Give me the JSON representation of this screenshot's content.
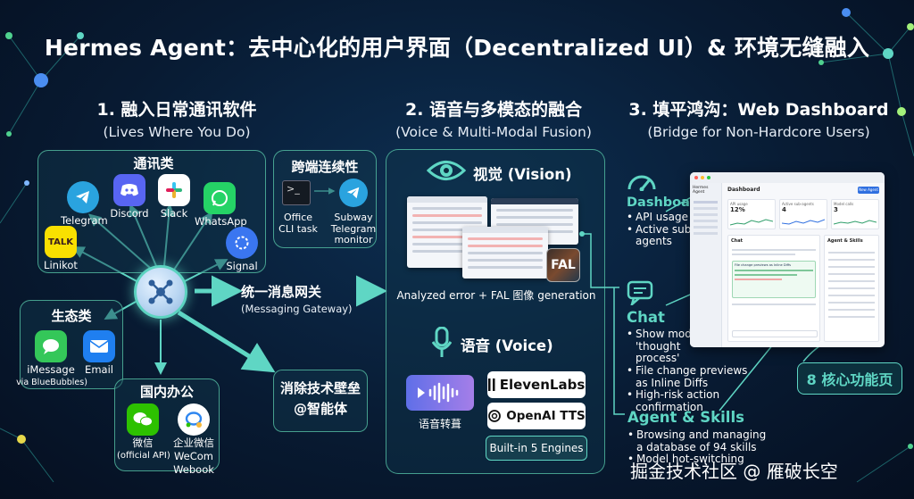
{
  "title": "Hermes Agent：去中心化的用户界面（Decentralized UI）& 环境无缝融入",
  "section1": {
    "title": "1. 融入日常通讯软件",
    "subtitle": "(Lives Where You Do)",
    "im_group": {
      "title": "通讯类",
      "apps": [
        "Telegram",
        "Discord",
        "Slack",
        "WhatsApp",
        "Linikot",
        "Signal"
      ]
    },
    "cross_device": {
      "title": "跨端连续性",
      "from": "Office CLI task",
      "to": "Subway Telegram monitor"
    },
    "eco_group": {
      "title": "生态类",
      "imessage": "iMessage",
      "imessage_note": "via BlueBubbles)",
      "email": "Email"
    },
    "office_group": {
      "title": "国内办公",
      "wechat": "微信",
      "wechat_note": "(official API)",
      "wecom": "企业微信",
      "wecom_en": "WeCom",
      "wecom_note": "Webook"
    },
    "gateway": {
      "title": "统一消息网关",
      "subtitle": "(Messaging Gateway)"
    },
    "agent": {
      "line1": "消除技术壁垒",
      "line2": "@智能体"
    },
    "icon_texts": {
      "kakao": "TALK",
      "cli": ">_"
    }
  },
  "section2": {
    "title": "2. 语音与多模态的融合",
    "subtitle": "(Voice & Multi-Modal Fusion)",
    "vision_label": "视觉 (Vision)",
    "fal_badge": "FAL",
    "vision_caption": "Analyzed error + FAL 图像 generation",
    "voice_label": "语音 (Voice)",
    "stt_caption": "语音转葺",
    "engines": [
      "ElevenLabs",
      "OpenAI TTS"
    ],
    "engines_badge": "Built-in 5 Engines"
  },
  "section3": {
    "title": "3. 填平鸿沟：Web Dashboard",
    "subtitle": "(Bridge for Non-Hardcore Users)",
    "dashboard": {
      "title": "Dashboard",
      "items": [
        "API usage",
        "Active sub-agents"
      ]
    },
    "chat": {
      "title": "Chat",
      "items": [
        "Show model 'thought process'",
        "File change previews as Inline Diffs",
        "High-risk action confirmation"
      ]
    },
    "skills": {
      "title": "Agent & Skills",
      "items": [
        "Browsing and managing a database of 94 skills",
        "Model hot-switching"
      ]
    },
    "core_badge": "8 核心功能页",
    "panel": {
      "app_name": "Hermes Agent",
      "page_title": "Dashboard",
      "button": "New Agent",
      "stats": [
        {
          "label": "API usage",
          "value": "12%"
        },
        {
          "label": "Active sub-agents",
          "value": "4"
        },
        {
          "label": "Model calls",
          "value": "3"
        }
      ],
      "chat_title": "Chat",
      "skills_title": "Agent & Skills",
      "diff_title": "File change previews as Inline Diffs"
    }
  },
  "watermark": "掘金技术社区 @ 雁破长空",
  "colors": {
    "accent": "#5fd6c4",
    "background": "#081b33"
  }
}
